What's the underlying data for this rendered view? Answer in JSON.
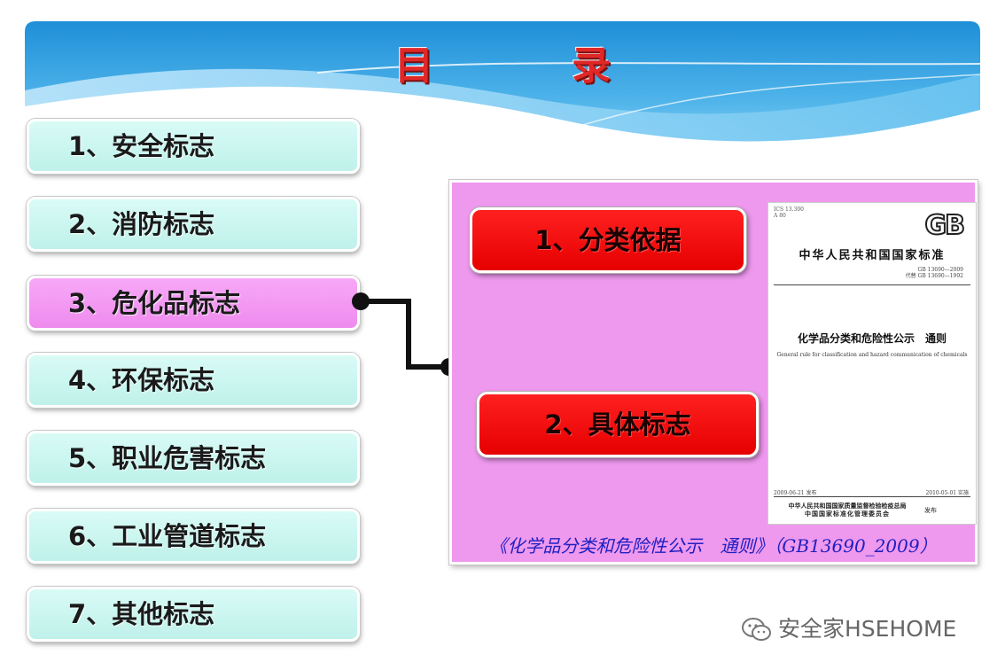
{
  "header": {
    "title": "目　录"
  },
  "menu": {
    "items": [
      {
        "label": "1、安全标志",
        "active": false
      },
      {
        "label": "2、消防标志",
        "active": false
      },
      {
        "label": "3、危化品标志",
        "active": true
      },
      {
        "label": "4、环保标志",
        "active": false
      },
      {
        "label": "5、职业危害标志",
        "active": false
      },
      {
        "label": "6、工业管道标志",
        "active": false
      },
      {
        "label": "7、其他标志",
        "active": false
      }
    ]
  },
  "panel": {
    "button1": "1、分类依据",
    "button2": "2、具体标志",
    "caption": "《化学品分类和危险性公示　通则》（GB13690_2009）",
    "document": {
      "ics": "ICS 13.300\nA 80",
      "logo": "GB",
      "org": "中华人民共和国国家标准",
      "number": "GB 13690—2009",
      "replaces": "代替 GB 13690—1992",
      "title": "化学品分类和危险性公示　通则",
      "english_title": "General rule for classification and hazard communication of chemicals",
      "issue_date": "2009-06-21 发布",
      "effective_date": "2010-05-01 实施",
      "publisher1": "中华人民共和国国家质量监督检验检疫总局",
      "publisher2": "中国国家标准化管理委员会",
      "publisher_suffix": "发布"
    }
  },
  "watermark": {
    "text": "安全家HSEHOME"
  },
  "colors": {
    "title_red": "#e02828",
    "menu_cyan": "#bff1ea",
    "menu_pink": "#ee8bee",
    "panel_pink": "#ee98ee",
    "button_red": "#ff0000",
    "caption_blue": "#2020c0"
  }
}
